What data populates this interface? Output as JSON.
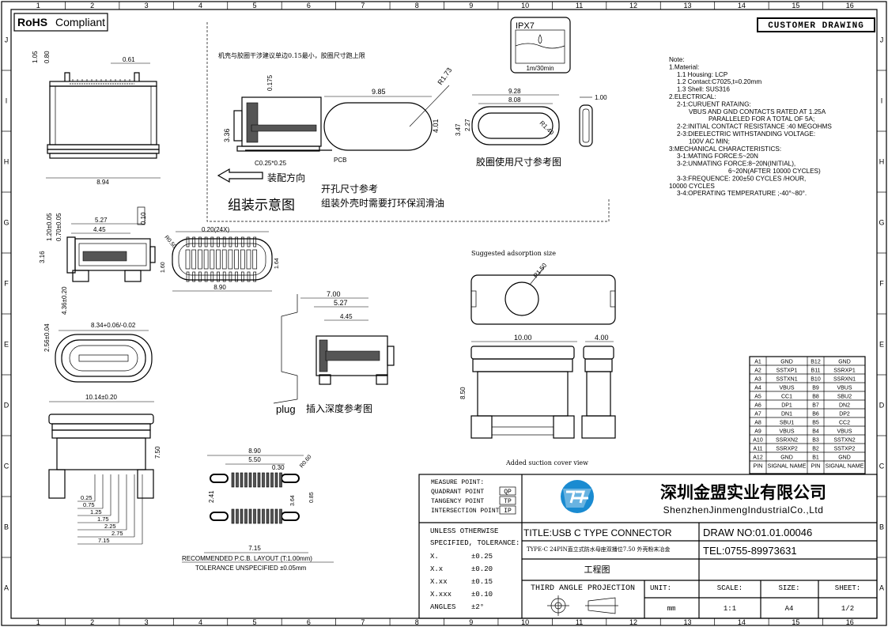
{
  "rohs": {
    "label": "RoHS",
    "compliant": "Compliant"
  },
  "customer_drawing": "CUSTOMER DRAWING",
  "grid_cols": [
    "1",
    "2",
    "3",
    "4",
    "5",
    "6",
    "7",
    "8",
    "9",
    "10",
    "11",
    "12",
    "13",
    "14",
    "15",
    "16"
  ],
  "grid_rows": [
    "J",
    "I",
    "H",
    "G",
    "F",
    "E",
    "D",
    "C",
    "B",
    "A"
  ],
  "notes": [
    "Note:",
    "1.Material:",
    "  1.1  Housing:  LCP",
    "  1.2  Contact:C7025,t=0.20mm",
    "  1.3  Shell:  SUS316",
    "2.ELECTRICAL:",
    "  2-1:CURUENT RATAING:",
    "     VBUS AND GND CONTACTS RATED AT 1.25A",
    "          PARALLELED FOR A TOTAL OF 5A;",
    "  2-2:INITIAL CONTACT RESISTANCE :40 MEGOHMS",
    "  2-3:DIEELECTRIC WITHSTANDING VOLTAGE:",
    "     100V AC MIN;",
    "3:MECHANICAL CHARACTERISTICS:",
    "  3-1:MATING FORCE:5~20N",
    "  3-2:UNMATING FORCE:8~20N(INITIAL),",
    "               6~20N(AFTER 10000 CYCLES)",
    "  3-3:FREQUENCE: 200±50 CYCLES /HOUR,",
    "10000 CYCLES",
    "  3-4:OPERATING TEMPERATURE ;-40°~80°."
  ],
  "ipx": {
    "label": "IPX7",
    "depth": "1m/30min"
  },
  "assembly": {
    "note_top": "机壳与胶圈干涉建议单边0.15最小，胶圈尺寸跑上限",
    "pcb": "PCB",
    "direction": "装配方向",
    "title": "组装示意图",
    "hole_ref": "开孔尺寸参考",
    "oil_note": "组装外壳时需要打环保润滑油",
    "seal_ref": "胶圈使用尺寸参考图",
    "dims": [
      "0.175",
      "3.36",
      "C0.25*0.25",
      "9.85",
      "4.01",
      "R1.73",
      "9.28",
      "8.08",
      "3.47",
      "2.27",
      "R1.40",
      "1.00"
    ]
  },
  "view_top_left": {
    "dims": [
      "1.05",
      "0.80",
      "0.61",
      "8.94"
    ]
  },
  "view_side": {
    "dims": [
      "5.27",
      "4.45",
      "0.10",
      "1.20±0.05",
      "0.70±0.05",
      "3.16",
      "4.36±0.20",
      "1.60"
    ]
  },
  "view_bottom_center": {
    "dims": [
      "0.20(24X)",
      "R0.50",
      "1.64",
      "8.90"
    ]
  },
  "view_front": {
    "dims": [
      "2.56±0.04",
      "8.34+0.06/-0.02"
    ]
  },
  "plug": {
    "dims": [
      "7.00",
      "5.27",
      "4.45"
    ],
    "title_prefix": "plug",
    "title": "插入深度参考图"
  },
  "adsorption": {
    "label": "Suggested adsorption size",
    "radius": "R1.50"
  },
  "suction": {
    "label": "Added suction cover view",
    "dims": [
      "10.00",
      "4.00",
      "8.50"
    ]
  },
  "front_big": {
    "dims": [
      "10.14±0.20",
      "7.50"
    ]
  },
  "pcb_layout": {
    "dims": [
      "8.90",
      "5.50",
      "0.30",
      "R0.60",
      "2.41",
      "0.85",
      "3.64",
      "0.25",
      "0.75",
      "1.25",
      "1.75",
      "2.25",
      "2.75",
      "7.15"
    ],
    "title": "RECOMMENDED  P.C.B. LAYOUT (T:1.00mm)",
    "tolerance": "TOLERANCE  UNSPECIFIED  ±0.05mm"
  },
  "pin_table": {
    "rows": [
      [
        "A1",
        "GND",
        "B12",
        "GND"
      ],
      [
        "A2",
        "SSTXP1",
        "B11",
        "SSRXP1"
      ],
      [
        "A3",
        "SSTXN1",
        "B10",
        "SSRXN1"
      ],
      [
        "A4",
        "VBUS",
        "B9",
        "VBUS"
      ],
      [
        "A5",
        "CC1",
        "B8",
        "SBU2"
      ],
      [
        "A6",
        "DP1",
        "B7",
        "DN2"
      ],
      [
        "A7",
        "DN1",
        "B6",
        "DP2"
      ],
      [
        "A8",
        "SBU1",
        "B5",
        "CC2"
      ],
      [
        "A9",
        "VBUS",
        "B4",
        "VBUS"
      ],
      [
        "A10",
        "SSRXN2",
        "B3",
        "SSTXN2"
      ],
      [
        "A11",
        "SSRXP2",
        "B2",
        "SSTXP2"
      ],
      [
        "A12",
        "GND",
        "B1",
        "GND"
      ]
    ],
    "header": [
      "PIN",
      "SIGNAL NAME",
      "PIN",
      "SIGNAL NAME"
    ]
  },
  "title_block": {
    "measure": [
      [
        "MEASURE POINT:",
        ""
      ],
      [
        "QUADRANT POINT",
        "QP"
      ],
      [
        "TANGENCY POINT",
        "TP"
      ],
      [
        "INTERSECTION POINT",
        "IP"
      ]
    ],
    "company_cn": "深圳金盟实业有限公司",
    "company_en": "ShenzhenJinmengIndustrialCo.,Ltd",
    "unless": "UNLESS OTHERWISE",
    "specified": "SPECIFIED, TOLERANCE:",
    "tolerances": [
      [
        "X.",
        "±0.25"
      ],
      [
        "X.x",
        "±0.20"
      ],
      [
        "X.xx",
        "±0.15"
      ],
      [
        "X.xxx",
        "±0.10"
      ],
      [
        "ANGLES",
        "±2°"
      ]
    ],
    "title": "TITLE:USB C TYPE CONNECTOR",
    "subtitle": "TYPE-C 24PIN直立式防水母座双播位7.50 外壳粉末冶金",
    "drawing_type": "工程图",
    "draw_no": "DRAW NO:01.01.00046",
    "tel": "TEL:0755-89973631",
    "projection": "THIRD ANGLE PROJECTION",
    "unit_label": "UNIT:",
    "unit": "mm",
    "scale_label": "SCALE:",
    "scale": "1:1",
    "size_label": "SIZE:",
    "size": "A4",
    "sheet_label": "SHEET:",
    "sheet": "1/2"
  }
}
